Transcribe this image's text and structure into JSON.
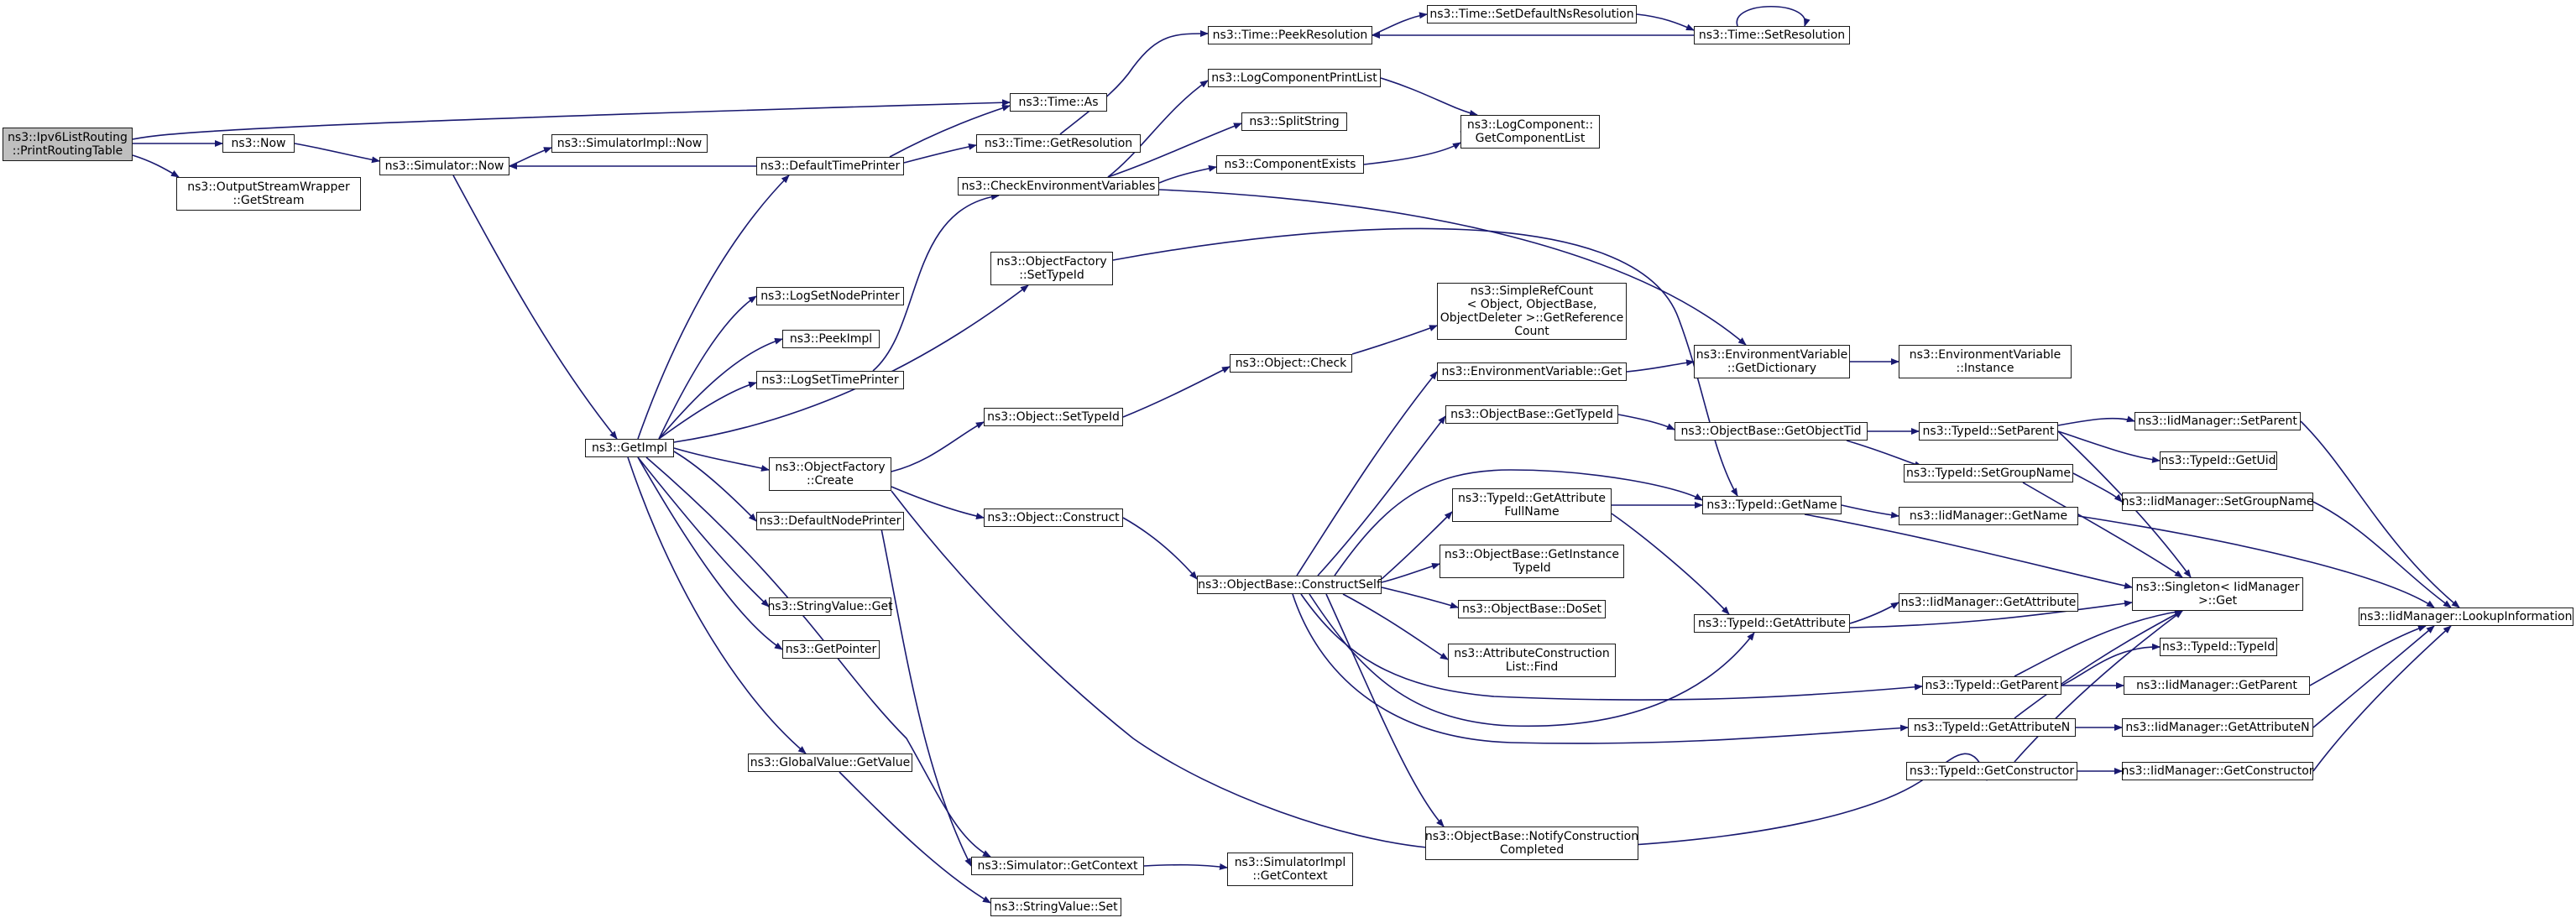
{
  "colors": {
    "edge": "#191970",
    "node_border": "#1a1a1a",
    "root_fill": "#bfbfbf",
    "node_fill": "#ffffff"
  },
  "nodes": {
    "root": "ns3::Ipv6ListRouting\n::PrintRoutingTable",
    "now": "ns3::Now",
    "getstream": "ns3::OutputStreamWrapper\n::GetStream",
    "sim_now": "ns3::Simulator::Now",
    "simimpl_now": "ns3::SimulatorImpl::Now",
    "getimpl": "ns3::GetImpl",
    "deftime": "ns3::DefaultTimePrinter",
    "logsetnode": "ns3::LogSetNodePrinter",
    "peekimpl": "ns3::PeekImpl",
    "logsettime": "ns3::LogSetTimePrinter",
    "of_create": "ns3::ObjectFactory\n::Create",
    "defnode": "ns3::DefaultNodePrinter",
    "sv_get": "ns3::StringValue::Get",
    "getpointer": "ns3::GetPointer",
    "gv_getvalue": "ns3::GlobalValue::GetValue",
    "time_as": "ns3::Time::As",
    "time_getres": "ns3::Time::GetResolution",
    "checkenv": "ns3::CheckEnvironmentVariables",
    "of_settypeid": "ns3::ObjectFactory\n::SetTypeId",
    "obj_settypeid": "ns3::Object::SetTypeId",
    "obj_construct": "ns3::Object::Construct",
    "sim_getctx": "ns3::Simulator::GetContext",
    "sv_set": "ns3::StringValue::Set",
    "peekres": "ns3::Time::PeekResolution",
    "logcompprint": "ns3::LogComponentPrintList",
    "splitstring": "ns3::SplitString",
    "compexists": "ns3::ComponentExists",
    "obj_check": "ns3::Object::Check",
    "ob_constructself": "ns3::ObjectBase::ConstructSelf",
    "simimpl_getctx": "ns3::SimulatorImpl\n::GetContext",
    "setdefns": "ns3::Time::SetDefaultNsResolution",
    "time_setres": "ns3::Time::SetResolution",
    "logcomp_getlist": "ns3::LogComponent::\nGetComponentList",
    "simplerefcount": "ns3::SimpleRefCount\n< Object, ObjectBase,\n ObjectDeleter >::GetReference\nCount",
    "envvar_get": "ns3::EnvironmentVariable::Get",
    "ob_gettypeid": "ns3::ObjectBase::GetTypeId",
    "tid_getattrfull": "ns3::TypeId::GetAttribute\nFullName",
    "ob_getinsttid": "ns3::ObjectBase::GetInstance\nTypeId",
    "ob_doset": "ns3::ObjectBase::DoSet",
    "acl_find": "ns3::AttributeConstruction\nList::Find",
    "ob_notify": "ns3::ObjectBase::NotifyConstruction\nCompleted",
    "envvar_getdict": "ns3::EnvironmentVariable\n::GetDictionary",
    "envvar_instance": "ns3::EnvironmentVariable\n::Instance",
    "ob_getobjtid": "ns3::ObjectBase::GetObjectTid",
    "tid_getname": "ns3::TypeId::GetName",
    "tid_getattr": "ns3::TypeId::GetAttribute",
    "tid_getparent": "ns3::TypeId::GetParent",
    "tid_getattrn": "ns3::TypeId::GetAttributeN",
    "tid_getctor": "ns3::TypeId::GetConstructor",
    "tid_setparent": "ns3::TypeId::SetParent",
    "tid_setgroup": "ns3::TypeId::SetGroupName",
    "iid_getname": "ns3::IidManager::GetName",
    "iid_getattr": "ns3::IidManager::GetAttribute",
    "singleton_get": "ns3::Singleton< IidManager\n >::Get",
    "tid_typeid": "ns3::TypeId::TypeId",
    "iid_getparent": "ns3::IidManager::GetParent",
    "iid_getattrn": "ns3::IidManager::GetAttributeN",
    "iid_getctor": "ns3::IidManager::GetConstructor",
    "iid_setparent": "ns3::IidManager::SetParent",
    "tid_getuid": "ns3::TypeId::GetUid",
    "iid_setgroup": "ns3::IidManager::SetGroupName",
    "iid_lookup": "ns3::IidManager::LookupInformation"
  }
}
